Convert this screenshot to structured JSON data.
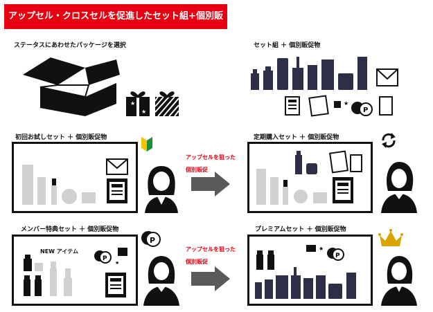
{
  "title": "アップセル・クロスセルを促進したセット組+個別販促",
  "top_left": {
    "label": "ステータスにあわせたパッケージを選択"
  },
  "top_right": {
    "label": "セット組 ＋ 個別販促物"
  },
  "panels": [
    {
      "label": "初回お試しセット ＋ 個別販促物"
    },
    {
      "label": "定期購入セット ＋ 個別販促物"
    },
    {
      "label": "メンバー特典セット ＋ 個別販促物",
      "item_label": "NEW アイテム"
    },
    {
      "label": "プレミアムセット ＋ 個別販促物"
    }
  ],
  "arrows": [
    {
      "line1": "アップセルを狙った",
      "line2": "個別販促"
    },
    {
      "line1": "アップセルを狙った",
      "line2": "個別販促"
    }
  ],
  "colors": {
    "accent": "#e60012",
    "ink": "#111111",
    "navy": "#2c2f45",
    "gray_box": "#bdbdbd",
    "arrow": "#5a5a5a",
    "gold": "#d9a300"
  }
}
